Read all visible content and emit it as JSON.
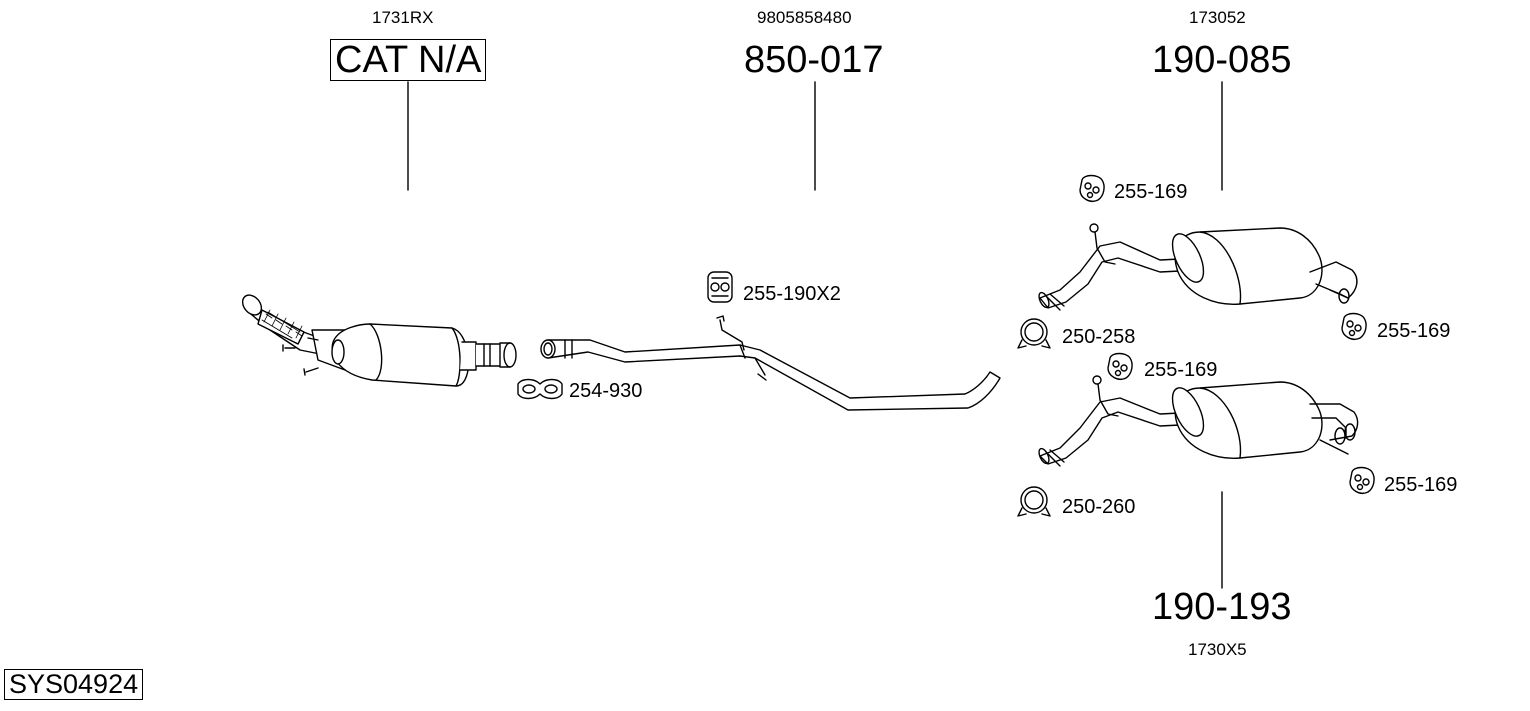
{
  "diagram": {
    "system_code": "SYS04924",
    "parts": [
      {
        "id": "cat",
        "oe_ref": "1731RX",
        "part_no": "CAT N/A"
      },
      {
        "id": "middle",
        "oe_ref": "9805858480",
        "part_no": "850-017"
      },
      {
        "id": "rear-upper",
        "oe_ref": "173052",
        "part_no": "190-085"
      },
      {
        "id": "rear-lower",
        "oe_ref": "1730X5",
        "part_no": "190-193"
      }
    ],
    "accessories": [
      {
        "id": "gasket",
        "label": "254-930",
        "icon": "gasket-icon"
      },
      {
        "id": "hanger-middle",
        "label": "255-190X2",
        "icon": "rubber-hanger-icon"
      },
      {
        "id": "rubber-upper-left",
        "label": "255-169",
        "icon": "rubber-mount-icon"
      },
      {
        "id": "rubber-upper-right",
        "label": "255-169",
        "icon": "rubber-mount-icon"
      },
      {
        "id": "clamp-upper",
        "label": "250-258",
        "icon": "clamp-icon"
      },
      {
        "id": "rubber-lower-left",
        "label": "255-169",
        "icon": "rubber-mount-icon"
      },
      {
        "id": "rubber-lower-right",
        "label": "255-169",
        "icon": "rubber-mount-icon"
      },
      {
        "id": "clamp-lower",
        "label": "250-260",
        "icon": "clamp-icon"
      }
    ]
  }
}
